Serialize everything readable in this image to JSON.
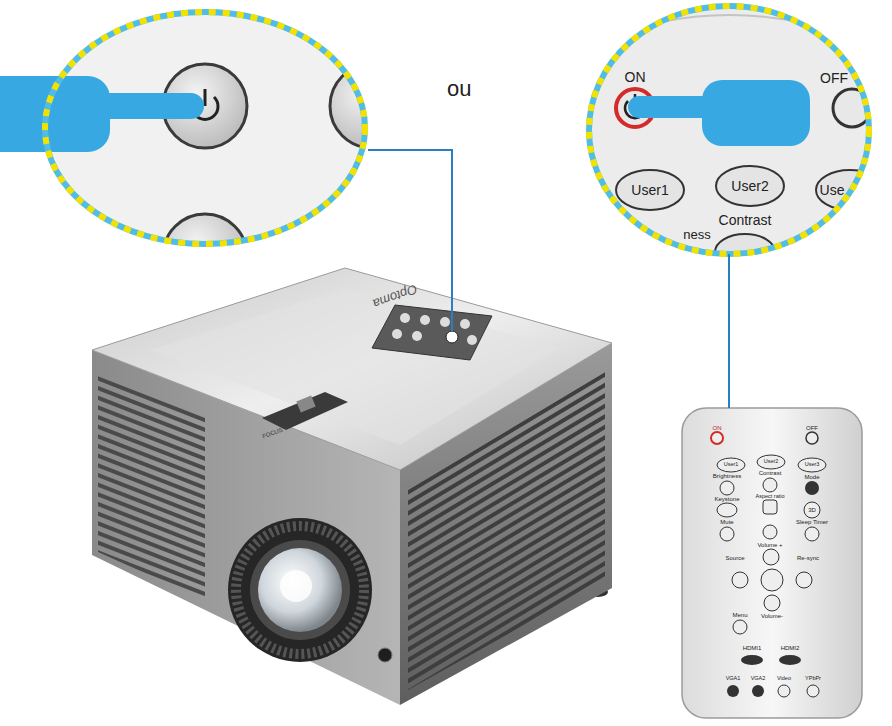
{
  "diagram": {
    "nodes": [
      {
        "text": [
          "ON",
          "OFF",
          "User1",
          "User2",
          "Use",
          "Contrast",
          "ness"
        ]
      },
      {
        "text": [
          "ON",
          "OFF",
          "User1",
          "User2",
          "User3",
          "Brightness",
          "Contrast",
          "Mode",
          "Keystone",
          "Aspect ratio",
          "3D",
          "Mute",
          "Sleep Timer",
          "Volume +",
          "Source",
          "Re-sync",
          "Menu",
          "Volume-",
          "HDMI1",
          "HDMI2",
          "VGA1",
          "VGA2",
          "Video",
          "YPbPr"
        ]
      }
    ],
    "edges": [
      {
        "from": 0,
        "to": 1,
        "arrow": "none"
      }
    ],
    "labels": [
      "ou",
      "Optoma",
      "FOCUS"
    ]
  }
}
